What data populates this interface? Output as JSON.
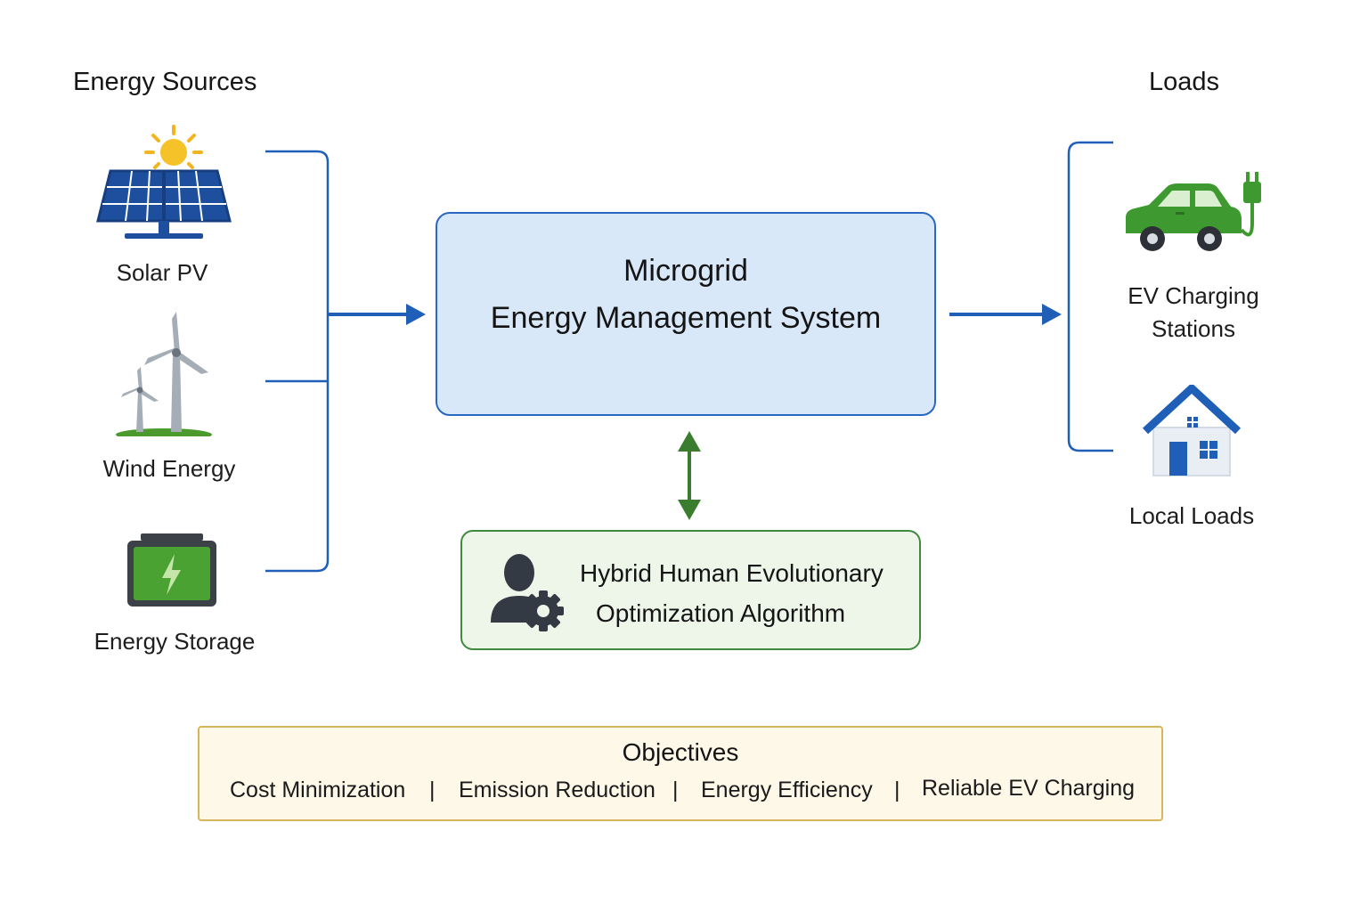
{
  "sources": {
    "heading": "Energy Sources",
    "items": [
      {
        "label": "Solar PV",
        "icon": "solar-panel-icon"
      },
      {
        "label": "Wind Energy",
        "icon": "wind-turbine-icon"
      },
      {
        "label": "Energy Storage",
        "icon": "battery-icon"
      }
    ]
  },
  "ems": {
    "line1": "Microgrid",
    "line2": "Energy Management System"
  },
  "algorithm": {
    "line1": "Hybrid Human Evolutionary",
    "line2": "Optimization Algorithm",
    "icon": "user-gear-icon"
  },
  "loads": {
    "heading": "Loads",
    "items": [
      {
        "label_line1": "EV Charging",
        "label_line2": "Stations",
        "icon": "ev-car-charger-icon"
      },
      {
        "label": "Local Loads",
        "icon": "house-icon"
      }
    ]
  },
  "objectives": {
    "title": "Objectives",
    "items": [
      "Cost Minimization",
      "Emission Reduction",
      "Energy Efficiency",
      "Reliable EV Charging"
    ],
    "separator": "|"
  },
  "colors": {
    "connector_blue": "#1f5fb8",
    "bidirectional_green": "#3a7d2e",
    "ems_fill": "#d9e8f9",
    "algo_fill": "#eef6ea",
    "objectives_fill": "#fdf8e8"
  }
}
